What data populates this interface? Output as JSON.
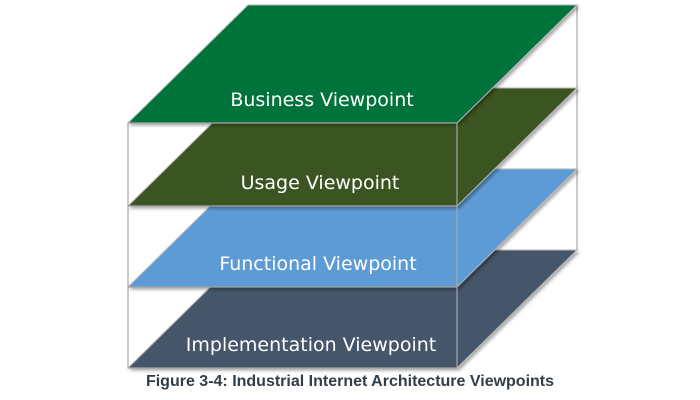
{
  "diagram": {
    "layers": [
      {
        "id": "business",
        "label": "Business Viewpoint",
        "color": "#00733a"
      },
      {
        "id": "usage",
        "label": "Usage Viewpoint",
        "color": "#3b5424"
      },
      {
        "id": "functional",
        "label": "Functional Viewpoint",
        "color": "#5b9bd5"
      },
      {
        "id": "implementation",
        "label": "Implementation Viewpoint",
        "color": "#44546a"
      }
    ],
    "caption": "Figure 3-4: Industrial Internet Architecture Viewpoints"
  }
}
